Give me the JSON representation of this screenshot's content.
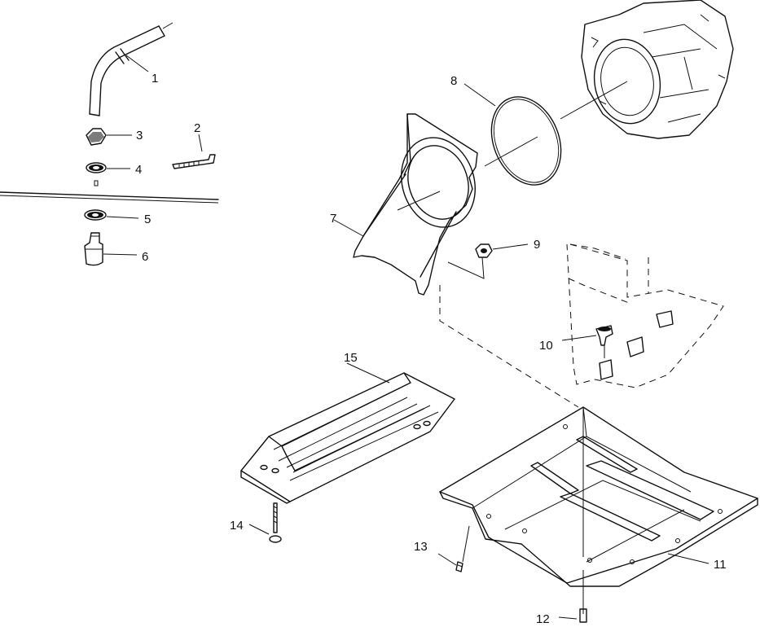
{
  "callouts": {
    "c1": "1",
    "c2": "2",
    "c3": "3",
    "c4": "4",
    "c5": "5",
    "c6": "6",
    "c7": "7",
    "c8": "8",
    "c9": "9",
    "c10": "10",
    "c11": "11",
    "c12": "12",
    "c13": "13",
    "c14": "14",
    "c15": "15"
  },
  "colors": {
    "ink": "#111111",
    "paper": "#ffffff"
  }
}
